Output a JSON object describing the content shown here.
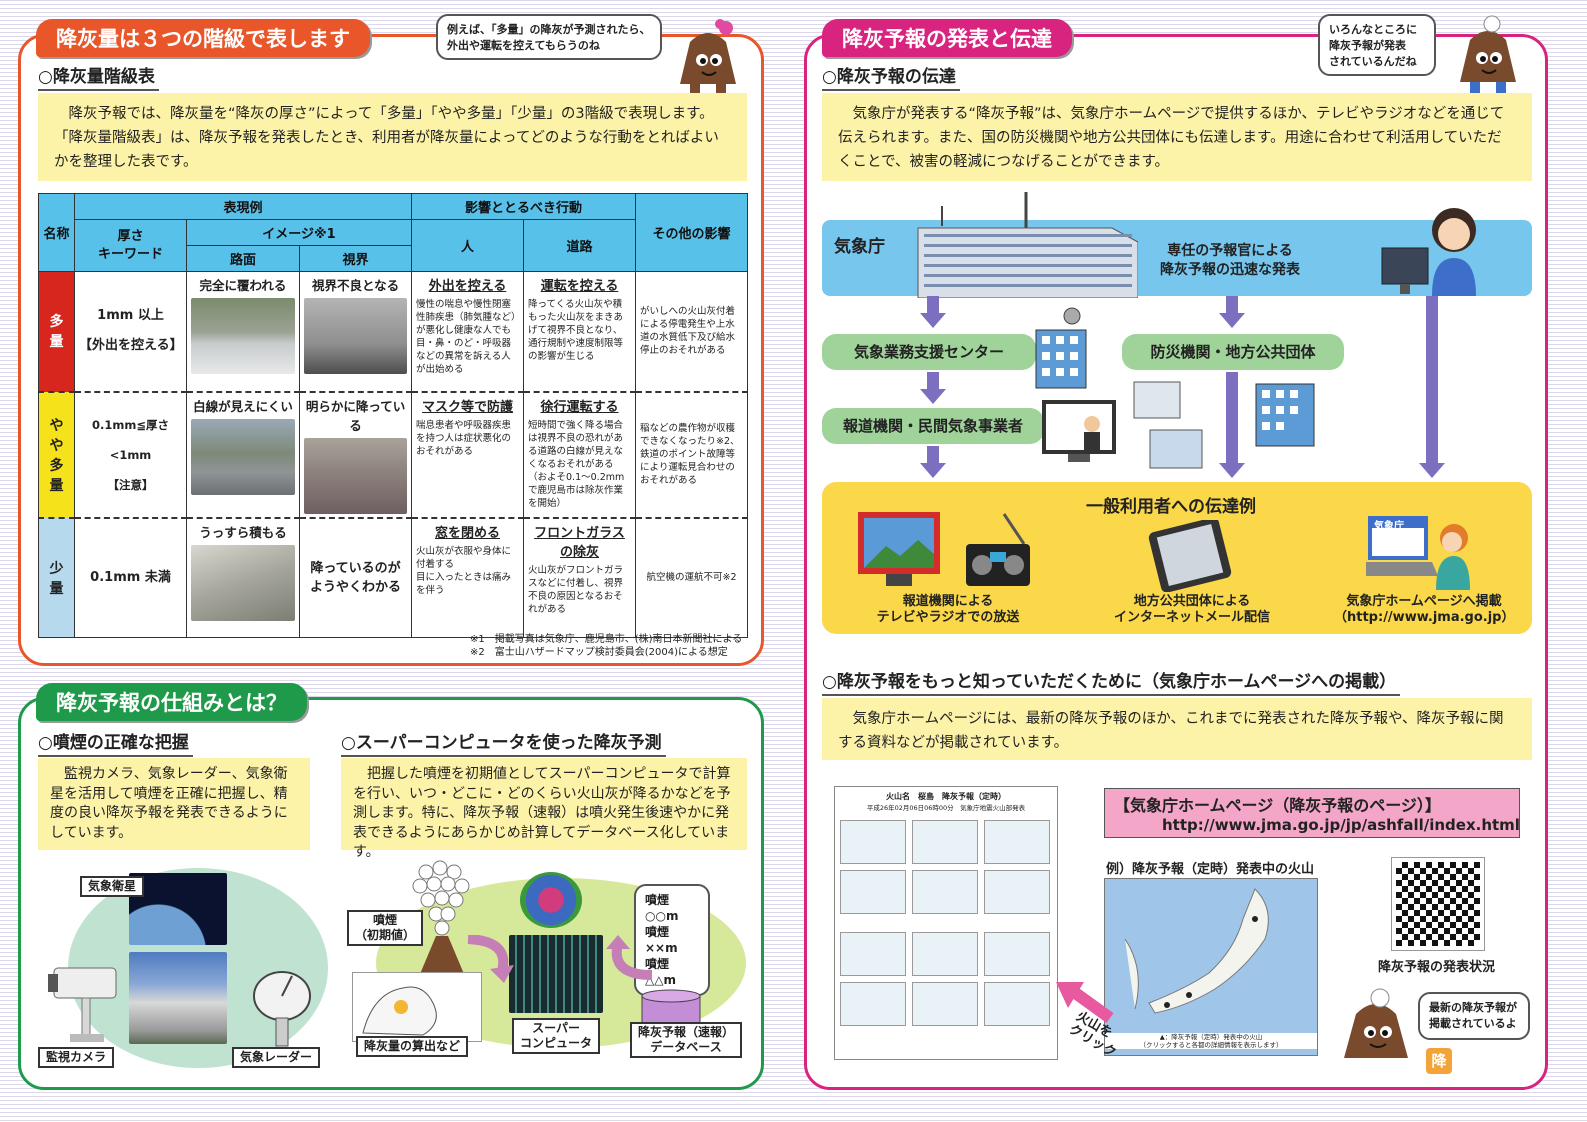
{
  "ashfall_levels": {
    "title": "降灰量は３つの階級で表します",
    "bubble": "例えば、「多量」の降灰が予測されたら、\n外出や運転を控えてもらうのね",
    "subheading": "○降灰量階級表",
    "intro": "降灰予報では、降灰量を“降灰の厚さ”によって「多量」「やや多量」「少量」の3階級で表現します。「降灰量階級表」は、降灰予報を発表したとき、利用者が降灰量によってどのような行動をとればよいかを整理した表です。",
    "headers": {
      "name": "名称",
      "expression": "表現例",
      "thickness": "厚さ\nキーワード",
      "image": "イメージ※1",
      "road": "路面",
      "visibility": "視界",
      "impact": "影響ととるべき行動",
      "people": "人",
      "roads": "道路",
      "other": "その他の影響"
    },
    "rows": [
      {
        "name": "多量",
        "thickness": "1mm 以上\n【外出を控える】",
        "road_caption": "完全に覆われる",
        "visibility_caption": "視界不良となる",
        "people_title": "外出を控える",
        "people_text": "慢性の喘息や慢性閉塞性肺疾患（肺気腫など）が悪化し健康な人でも目・鼻・のど・呼吸器などの異常を訴える人が出始める",
        "road_title": "運転を控える",
        "road_text": "降ってくる火山灰や積もった火山灰をまきあげて視界不良となり、通行規制や速度制限等の影響が生じる",
        "other": "がいしへの火山灰付着による停電発生や上水道の水質低下及び給水停止のおそれがある"
      },
      {
        "name": "やや\n多量",
        "thickness": "0.1mm≦厚さ<1mm\n【注意】",
        "road_caption": "白線が見えにくい",
        "visibility_caption": "明らかに降っている",
        "people_title": "マスク等で防護",
        "people_text": "喘息患者や呼吸器疾患を持つ人は症状悪化のおそれがある",
        "road_title": "徐行運転する",
        "road_text": "短時間で強く降る場合は視界不良の恐れがある道路の白線が見えなくなるおそれがある（およそ0.1〜0.2mmで鹿児島市は除灰作業を開始）",
        "other": "稲などの農作物が収穫できなくなったり※2、鉄道のポイント故障等により運転見合わせのおそれがある"
      },
      {
        "name": "少量",
        "thickness": "0.1mm 未満",
        "road_caption": "うっすら積もる",
        "visibility_caption": "降っているのが\nようやくわかる",
        "people_title": "窓を閉める",
        "people_text": "火山灰が衣服や身体に付着する\n目に入ったときは痛みを伴う",
        "road_title": "フロントガラスの除灰",
        "road_text": "火山灰がフロントガラスなどに付着し、視界不良の原因となるおそれがある",
        "other": "航空機の運航不可※2"
      }
    ],
    "footnote1": "※1　掲載写真は気象庁、鹿児島市、(株)南日本新聞社による",
    "footnote2": "※2　富士山ハザードマップ検討委員会(2004)による想定"
  },
  "mechanism": {
    "title": "降灰予報の仕組みとは？",
    "sub1": "○噴煙の正確な把握",
    "text1": "監視カメラ、気象レーダー、気象衛星を活用して噴煙を正確に把握し、精度の良い降灰予報を発表できるようにしています。",
    "sub2": "○スーパーコンピュータを使った降灰予測",
    "text2": "把握した噴煙を初期値としてスーパーコンピュータで計算を行い、いつ・どこに・どのくらい火山灰が降るかなどを予測します。特に、降灰予報（速報）は噴火発生後速やかに発表できるようにあらかじめ計算してデータベース化しています。",
    "labels": {
      "satellite": "気象衛星",
      "camera": "監視カメラ",
      "radar": "気象レーダー",
      "plume": "噴煙\n（初期値）",
      "calc": "降灰量の算出など",
      "supercomputer": "スーパー\nコンピュータ",
      "database": "降灰予報（速報）\nデータベース",
      "db_bubble": "噴煙○○m\n噴煙××m\n噴煙△△m"
    }
  },
  "dissemination": {
    "title": "降灰予報の発表と伝達",
    "bubble": "いろんなところに\n降灰予報が発表\nされているんだね",
    "subheading": "○降灰予報の伝達",
    "intro": "気象庁が発表する“降灰予報”は、気象庁ホームページで提供するほか、テレビやラジオなどを通じて伝えられます。また、国の防災機関や地方公共団体にも伝達します。用途に合わせて利活用していただくことで、被害の軽減につなげることができます。",
    "jma": "気象庁",
    "forecaster": "専任の予報官による\n降灰予報の迅速な発表",
    "support_center": "気象業務支援センター",
    "disaster_agencies": "防災機関・地方公共団体",
    "media": "報道機関・民間気象事業者",
    "general_users": "一般利用者への伝達例",
    "channels": [
      "報道機関による\nテレビやラジオでの放送",
      "地方公共団体による\nインターネットメール配信",
      "気象庁ホームページへ掲載\n（http://www.jma.go.jp）"
    ],
    "laptop_label": "気象庁",
    "more_heading": "○降灰予報をもっと知っていただくために（気象庁ホームページへの掲載）",
    "more_text": "気象庁ホームページには、最新の降灰予報のほか、これまでに発表された降灰予報や、降灰予報に関する資料などが掲載されています。",
    "site_title": "【気象庁ホームページ（降灰予報のページ）】",
    "site_url": "http://www.jma.go.jp/jp/ashfall/index.html",
    "example_caption": "例）降灰予報（定時）発表中の火山",
    "doc_title": "火山名　桜島　降灰予報（定時）",
    "doc_sub": "平成26年02月06日06時00分　気象庁地震火山部発表",
    "map_caption": "▲：降灰予報（定時）発表中の火山\n（クリックすると各都の詳細情報を表示します）",
    "qr_caption": "降灰予報の発表状況",
    "click_label": "火山を\nクリック",
    "mascot_bubble": "最新の降灰予報が\n掲載されているよ",
    "mascot_char": "降"
  },
  "colors": {
    "orange": "#e8562a",
    "green": "#1f9a4a",
    "pink": "#d8237f",
    "blue": "#57c1ea",
    "yellow": "#fdf3a8",
    "flow": "#7c6fbf"
  }
}
